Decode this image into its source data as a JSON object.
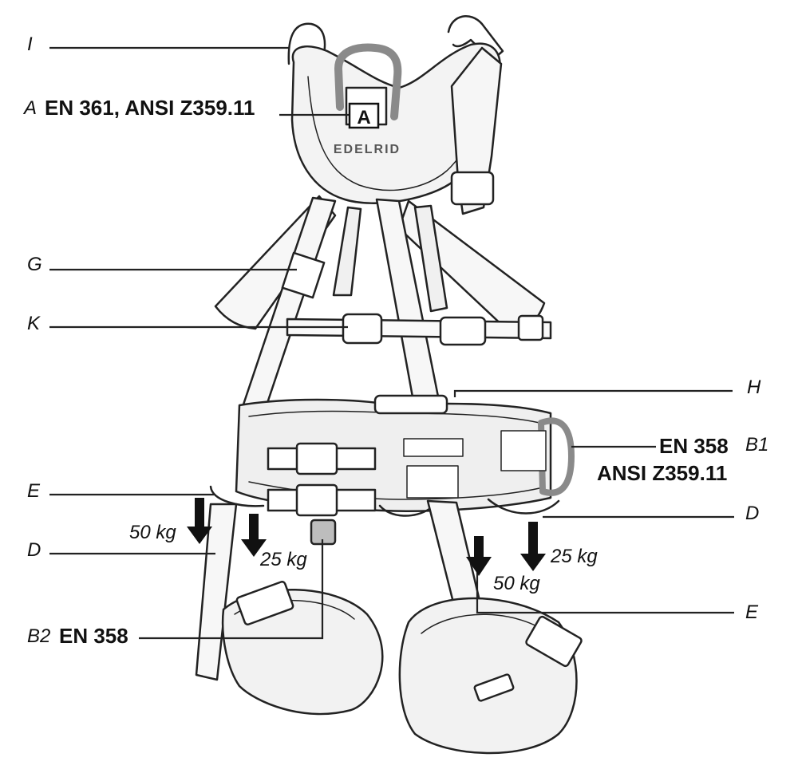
{
  "brand": "EDELRID",
  "attachment_badge": "A",
  "labels": {
    "I": "I",
    "A_letter": "A",
    "A_std": "EN 361, ANSI Z359.11",
    "G": "G",
    "K": "K",
    "H": "H",
    "B1_std1": "EN 358",
    "B1_letter": "B1",
    "B1_std2": "ANSI Z359.11",
    "E_left": "E",
    "D_left": "D",
    "D_right": "D",
    "E_right": "E",
    "B2_letter": "B2",
    "B2_std": "EN 358"
  },
  "loads": {
    "left_50": "50 kg",
    "left_25": "25 kg",
    "right_25": "25 kg",
    "right_50": "50 kg"
  },
  "colors": {
    "line": "#222222",
    "harness_fill": "#f4f4f4",
    "ring_gray": "#8a8a8a"
  }
}
